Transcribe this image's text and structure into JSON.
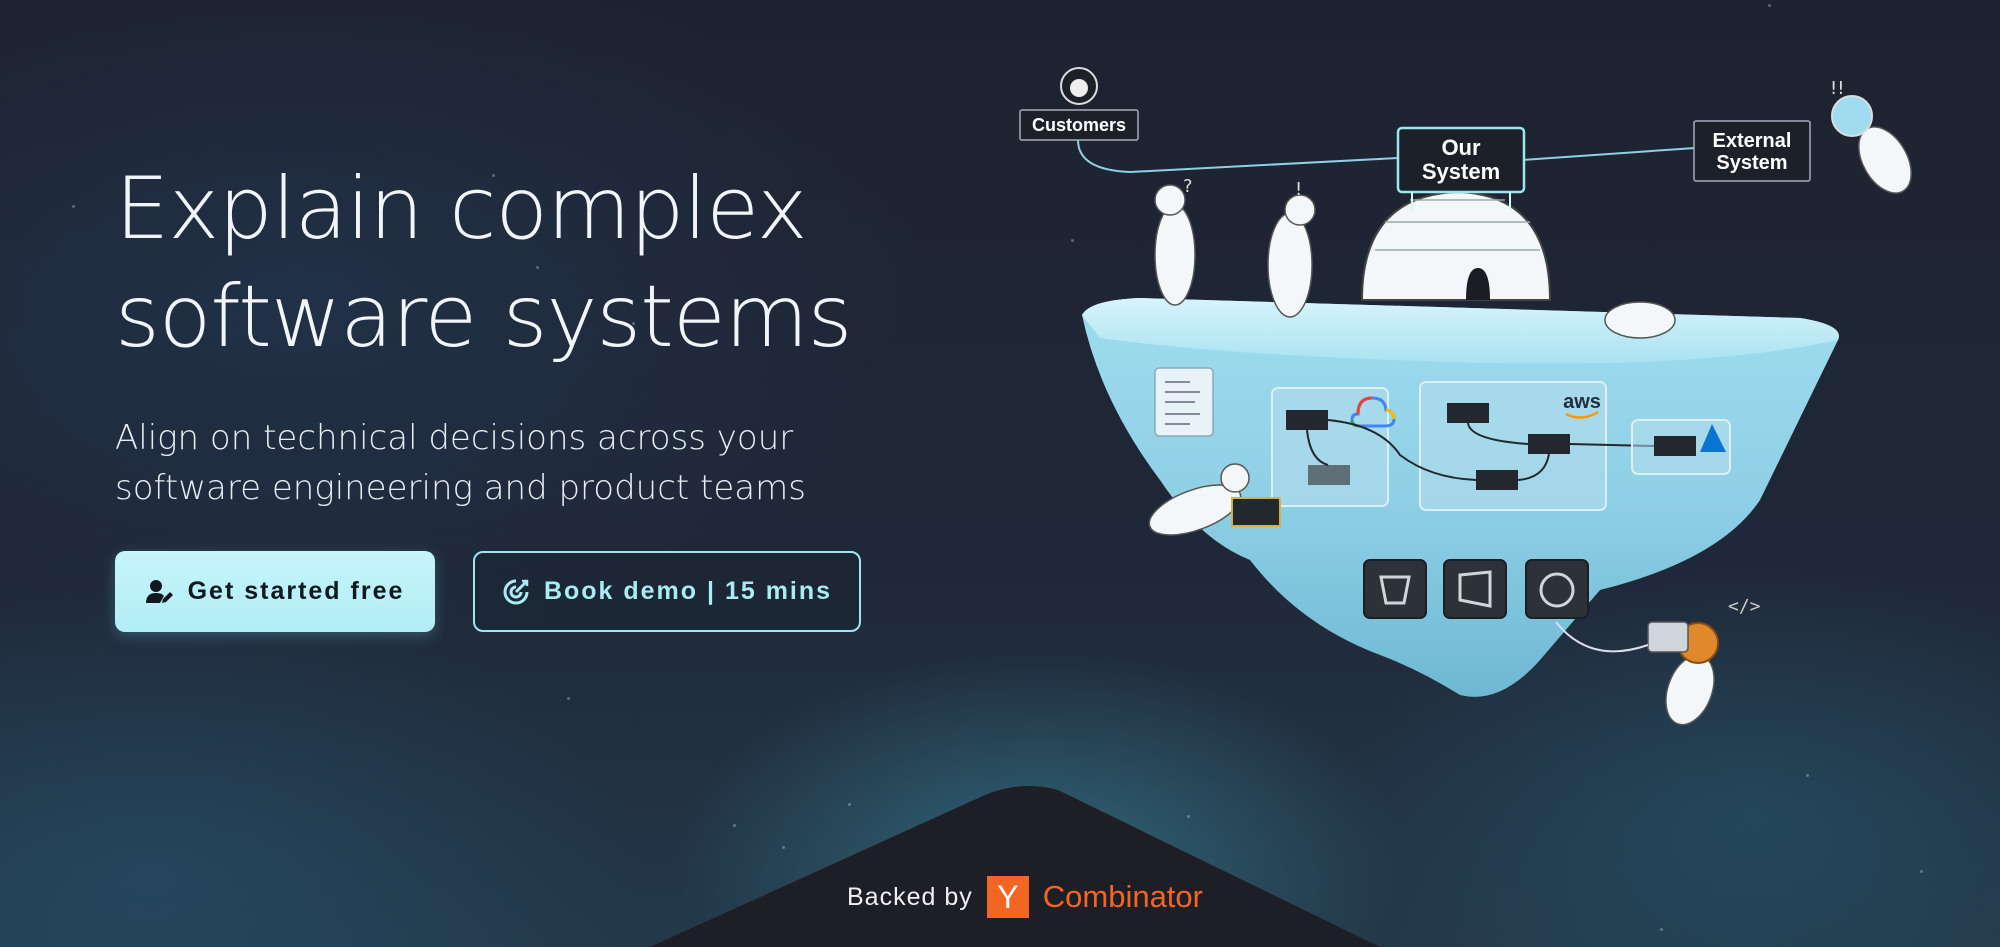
{
  "hero": {
    "headline_line1": "Explain complex",
    "headline_line2": "software systems",
    "subheadline_line1": "Align on technical decisions across your",
    "subheadline_line2": "software engineering and product teams"
  },
  "cta": {
    "primary_label": "Get started free",
    "secondary_label": "Book demo | 15 mins"
  },
  "illustration": {
    "customers_label": "Customers",
    "our_system_line1": "Our",
    "our_system_line2": "System",
    "external_line1": "External",
    "external_line2": "System",
    "aws_label": "aws"
  },
  "backing": {
    "label": "Backed by",
    "yc_letter": "Y",
    "yc_name": "Combinator"
  },
  "colors": {
    "primary_button": "#c6f5fb",
    "secondary_border": "#9be7f1",
    "yc_orange": "#f26522",
    "background": "#1d2230"
  }
}
